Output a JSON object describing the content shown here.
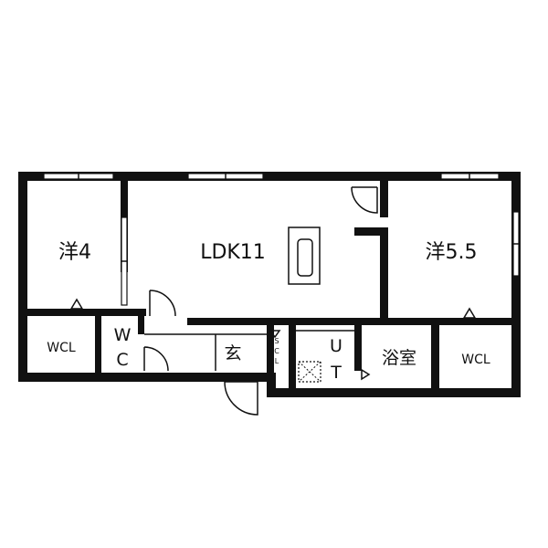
{
  "rooms": {
    "western_4": "洋4",
    "ldk": "LDK11",
    "western_5_5": "洋5.5",
    "wcl_left": "WCL",
    "wc_w": "W",
    "wc_c": "C",
    "entrance": "玄",
    "scl_s": "S",
    "scl_c": "C",
    "scl_l": "L",
    "ut_u": "U",
    "ut_t": "T",
    "bathroom": "浴室",
    "wcl_right": "WCL"
  }
}
